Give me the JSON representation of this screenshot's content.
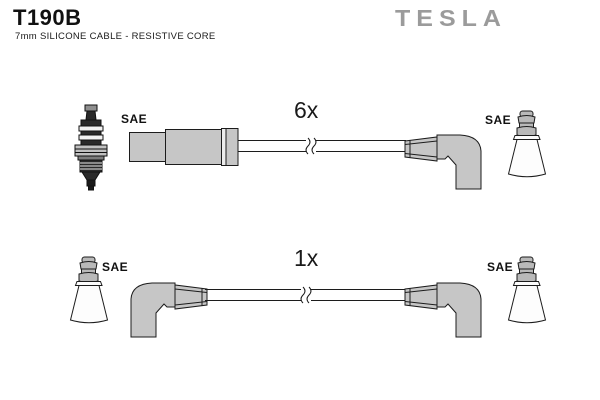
{
  "header": {
    "part_number": "T190B",
    "description": "7mm SILICONE CABLE - RESISTIVE CORE",
    "brand": "TESLA"
  },
  "colors": {
    "boot_fill": "#c6c6c6",
    "terminal_metal_fill": "#b9b9b9",
    "outline": "#1c1c1c",
    "brand_gray": "#9b9b9b"
  },
  "rows": [
    {
      "quantity": "6x",
      "left_terminal": {
        "type": "spark-plug",
        "standard": "SAE"
      },
      "left_boot": "straight",
      "cable": "7mm silicone, drawn with length break",
      "right_boot": "angled-90",
      "right_terminal": {
        "type": "distributor-post",
        "standard": "SAE"
      }
    },
    {
      "quantity": "1x",
      "left_terminal": {
        "type": "distributor-post",
        "standard": "SAE"
      },
      "left_boot": "angled-90",
      "cable": "7mm silicone, drawn with length break",
      "right_boot": "angled-90",
      "right_terminal": {
        "type": "distributor-post",
        "standard": "SAE"
      }
    }
  ]
}
